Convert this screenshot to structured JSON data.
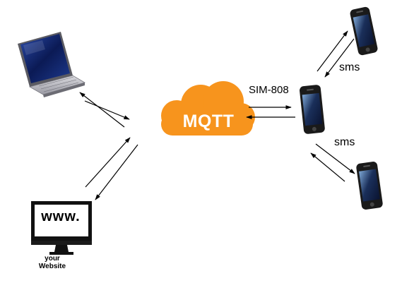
{
  "nodes": {
    "broker": {
      "label": "MQTT",
      "icon": "cloud-icon",
      "color": "#f7941d"
    },
    "laptop": {
      "icon": "laptop-icon"
    },
    "website": {
      "screen_text": "www.",
      "caption_line1": "your",
      "caption_line2": "Website",
      "icon": "monitor-icon"
    },
    "gateway_phone": {
      "icon": "smartphone-icon"
    },
    "phone_top": {
      "icon": "smartphone-icon"
    },
    "phone_bottom": {
      "icon": "smartphone-icon"
    }
  },
  "links": {
    "gateway_label": "SIM-808",
    "sms_top_label": "sms",
    "sms_bottom_label": "sms"
  }
}
